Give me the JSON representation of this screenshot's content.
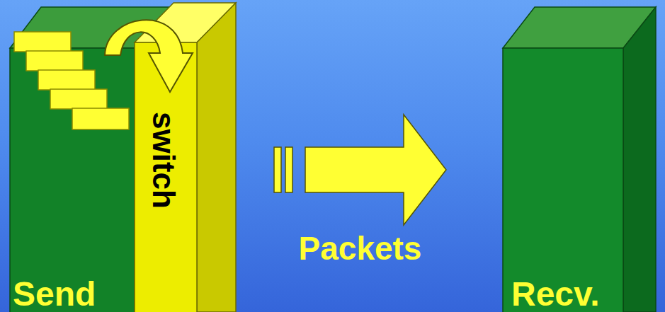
{
  "diagram": {
    "nodes": [
      {
        "text": [
          "Send"
        ]
      },
      {
        "text": [
          "switch"
        ]
      },
      {
        "text": [
          "Recv."
        ]
      }
    ],
    "edges": [
      {
        "from": 1,
        "to": 2,
        "arrow": "to",
        "label": "Packets"
      }
    ]
  }
}
